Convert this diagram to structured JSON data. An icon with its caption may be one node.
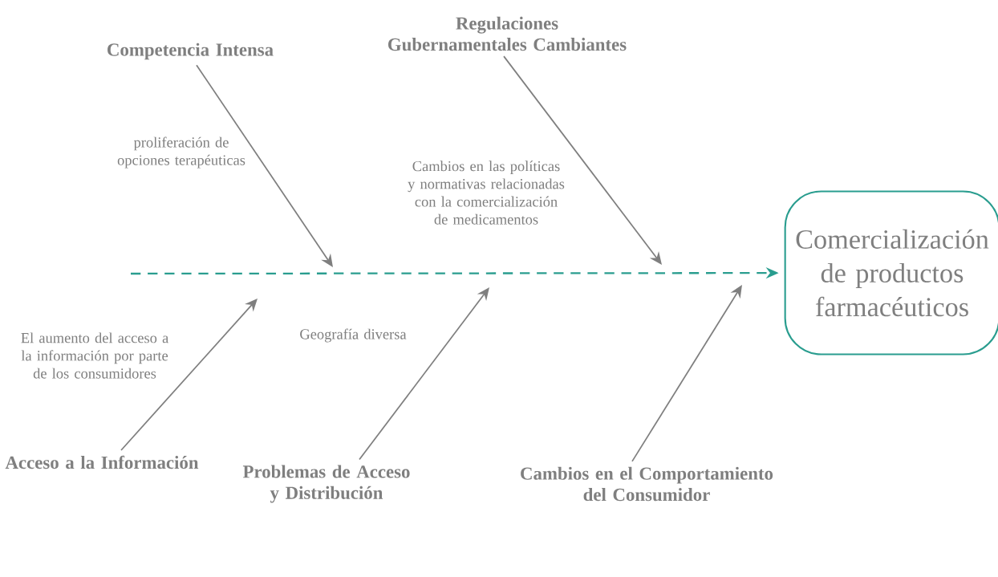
{
  "diagram": {
    "nodes": [
      {
        "text": [
          "Competencia Intensa"
        ]
      },
      {
        "text": [
          "Regulaciones Gubernamentales Cambiantes"
        ]
      },
      {
        "text": [
          "Acceso a la Información"
        ]
      },
      {
        "text": [
          "Problemas de Acceso y Distribución"
        ]
      },
      {
        "text": [
          "Cambios en el Comportamiento del Consumidor"
        ]
      },
      {
        "text": [
          "Comercialización de productos farmacéuticos"
        ]
      }
    ],
    "edges": [
      {
        "from": null,
        "to": 5,
        "arrow": "to",
        "style": "dashed",
        "color": "#2a9d8f"
      },
      {
        "from": 0,
        "to": null,
        "arrow": "to"
      },
      {
        "from": 1,
        "to": null,
        "arrow": "to"
      },
      {
        "from": 2,
        "to": null,
        "arrow": "to"
      },
      {
        "from": 3,
        "to": null,
        "arrow": "to"
      },
      {
        "from": 4,
        "to": null,
        "arrow": "to"
      }
    ],
    "labels": [
      "proliferación de opciones terapéuticas",
      "Cambios en las políticas y normativas relacionadas con la comercialización de medicamentos",
      "El aumento del acceso a la información por parte de los consumidores",
      "Geografía diversa"
    ]
  }
}
